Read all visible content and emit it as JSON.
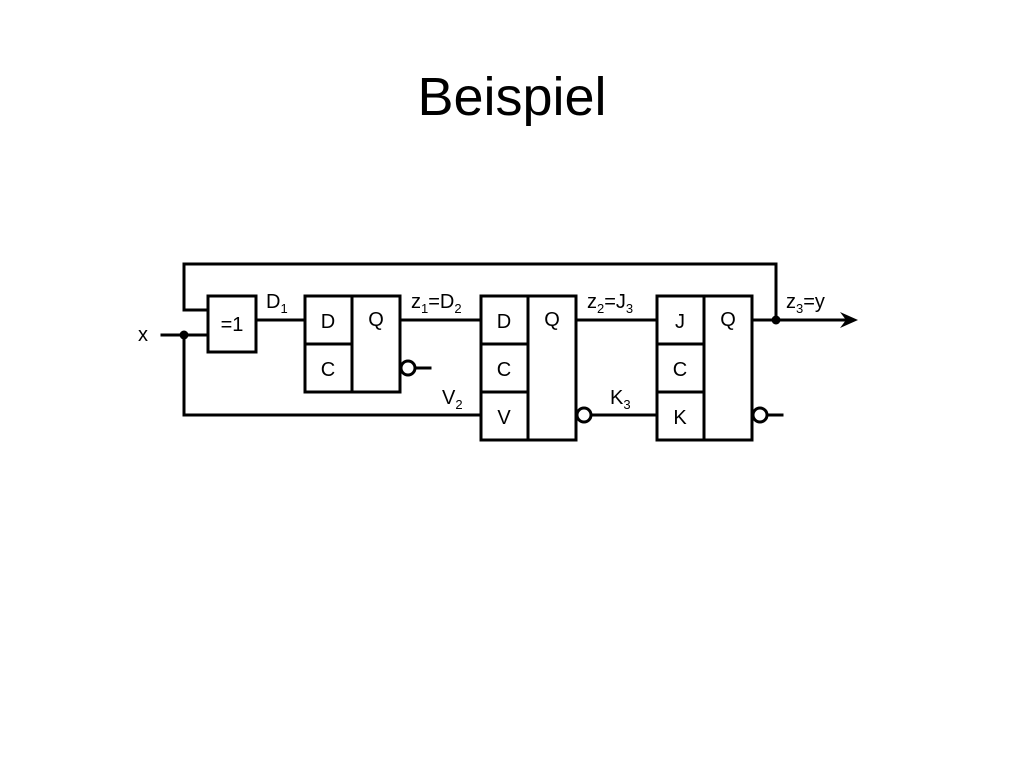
{
  "title": "Beispiel",
  "input": "x",
  "xor_gate": "=1",
  "ff1": {
    "d": "D",
    "c": "C",
    "q": "Q"
  },
  "ff2": {
    "d": "D",
    "c": "C",
    "v": "V",
    "q": "Q"
  },
  "ff3": {
    "j": "J",
    "c": "C",
    "k": "K",
    "q": "Q"
  },
  "signals": {
    "d1": {
      "main": "D",
      "sub": "1"
    },
    "z1_d2": {
      "a": "z",
      "a_sub": "1",
      "eq": "=D",
      "b_sub": "2"
    },
    "z2_j3": {
      "a": "z",
      "a_sub": "2",
      "eq": "=J",
      "b_sub": "3"
    },
    "z3_y": {
      "a": "z",
      "a_sub": "3",
      "eq": "=y"
    },
    "v2": {
      "main": "V",
      "sub": "2"
    },
    "k3": {
      "main": "K",
      "sub": "3"
    }
  }
}
